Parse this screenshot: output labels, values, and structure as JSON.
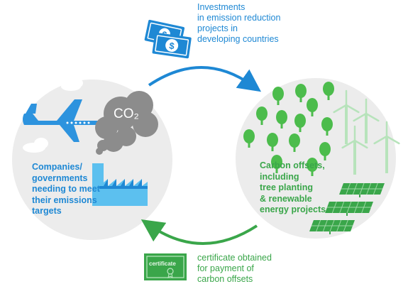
{
  "top_caption": "Investments\nin emission reduction\nprojects in\ndeveloping countries",
  "left_circle_text": "Companies/\ngovernments\nneeding to meet\ntheir emissions\ntargets",
  "right_circle_text": "Carbon offsets,\nincluding\ntree planting\n& renewable\nenergy projects",
  "bottom_caption": "certificate obtained\nfor payment of\ncarbon offsets",
  "co2_label": "CO₂",
  "certificate_label": "certificate",
  "icons": {
    "money": "money-bills-icon",
    "plane": "airplane-icon",
    "cloud": "co2-cloud-icon",
    "factory": "factory-icon",
    "trees": "tree-icon",
    "turbines": "wind-turbine-icon",
    "solar": "solar-panel-icon",
    "certificate": "certificate-icon"
  },
  "colors": {
    "blue": "#1e88d4",
    "green": "#3aa64a",
    "circle": "#ececec",
    "smoke": "#8c8c8c",
    "tree": "#4cbc4c"
  }
}
